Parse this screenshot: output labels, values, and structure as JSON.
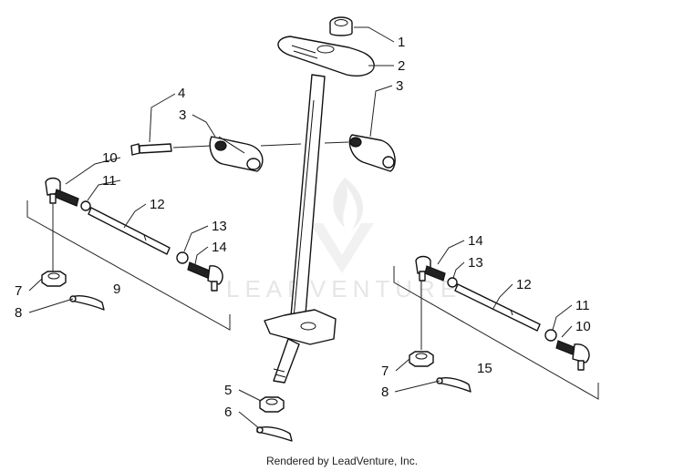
{
  "callouts": {
    "c1": "1",
    "c2": "2",
    "c3a": "3",
    "c3b": "3",
    "c4": "4",
    "c5": "5",
    "c6": "6",
    "c7a": "7",
    "c7b": "7",
    "c8a": "8",
    "c8b": "8",
    "c9": "9",
    "c10a": "10",
    "c10b": "10",
    "c11a": "11",
    "c11b": "11",
    "c12a": "12",
    "c12b": "12",
    "c13a": "13",
    "c13b": "13",
    "c14a": "14",
    "c14b": "14",
    "c15": "15"
  },
  "watermark": {
    "text": "LEADVENTURE"
  },
  "credit": "Rendered by LeadVenture, Inc."
}
